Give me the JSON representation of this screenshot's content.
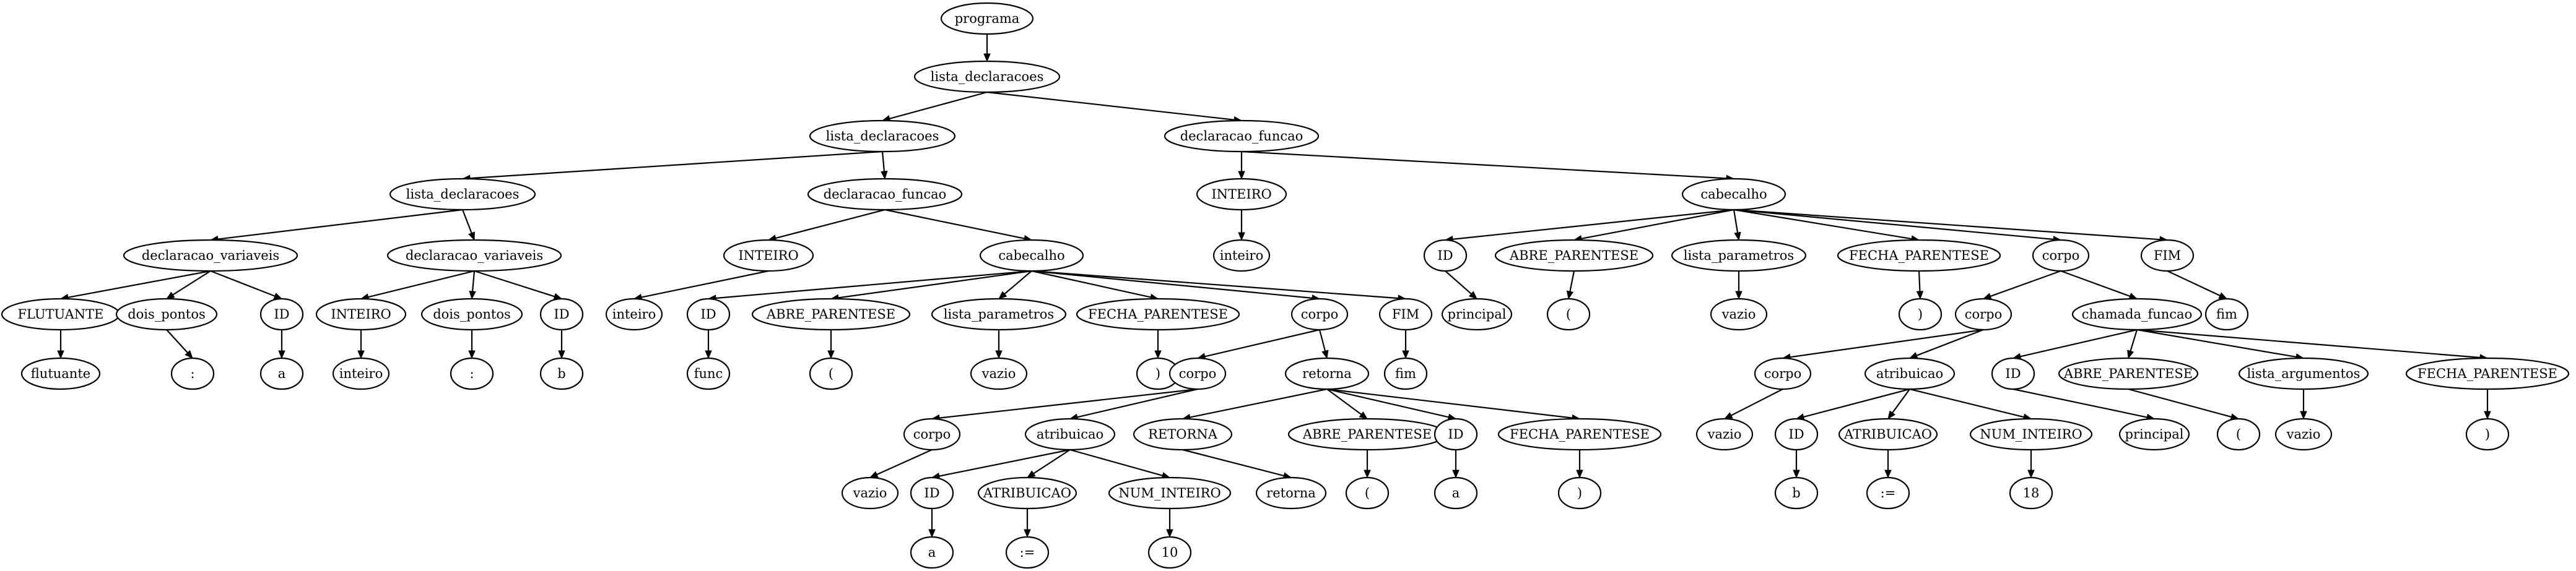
{
  "nodes": [
    {
      "id": "n0",
      "label": "programa"
    },
    {
      "id": "n1",
      "label": "lista_declaracoes"
    },
    {
      "id": "n2",
      "label": "lista_declaracoes"
    },
    {
      "id": "n3",
      "label": "declaracao_funcao"
    },
    {
      "id": "n4",
      "label": "lista_declaracoes"
    },
    {
      "id": "n5",
      "label": "declaracao_funcao"
    },
    {
      "id": "n6",
      "label": "INTEIRO"
    },
    {
      "id": "n7",
      "label": "cabecalho"
    },
    {
      "id": "n8",
      "label": "declaracao_variaveis"
    },
    {
      "id": "n9",
      "label": "declaracao_variaveis"
    },
    {
      "id": "n10",
      "label": "INTEIRO"
    },
    {
      "id": "n11",
      "label": "cabecalho"
    },
    {
      "id": "n12",
      "label": "inteiro"
    },
    {
      "id": "n13",
      "label": "ID"
    },
    {
      "id": "n14",
      "label": "ABRE_PARENTESE"
    },
    {
      "id": "n15",
      "label": "lista_parametros"
    },
    {
      "id": "n16",
      "label": "FECHA_PARENTESE"
    },
    {
      "id": "n17",
      "label": "corpo"
    },
    {
      "id": "n18",
      "label": "FIM"
    },
    {
      "id": "n19",
      "label": "FLUTUANTE"
    },
    {
      "id": "n20",
      "label": "dois_pontos"
    },
    {
      "id": "n21",
      "label": "ID"
    },
    {
      "id": "n22",
      "label": "INTEIRO"
    },
    {
      "id": "n23",
      "label": "dois_pontos"
    },
    {
      "id": "n24",
      "label": "ID"
    },
    {
      "id": "n25",
      "label": "inteiro"
    },
    {
      "id": "n26",
      "label": "ID"
    },
    {
      "id": "n27",
      "label": "ABRE_PARENTESE"
    },
    {
      "id": "n28",
      "label": "lista_parametros"
    },
    {
      "id": "n29",
      "label": "FECHA_PARENTESE"
    },
    {
      "id": "n30",
      "label": "corpo"
    },
    {
      "id": "n31",
      "label": "FIM"
    },
    {
      "id": "n32",
      "label": "principal"
    },
    {
      "id": "n33",
      "label": "("
    },
    {
      "id": "n34",
      "label": "vazio"
    },
    {
      "id": "n35",
      "label": ")"
    },
    {
      "id": "n36",
      "label": "corpo"
    },
    {
      "id": "n37",
      "label": "chamada_funcao"
    },
    {
      "id": "n38",
      "label": "fim"
    },
    {
      "id": "n39",
      "label": "flutuante"
    },
    {
      "id": "n40",
      "label": ":"
    },
    {
      "id": "n41",
      "label": "a"
    },
    {
      "id": "n42",
      "label": "inteiro"
    },
    {
      "id": "n43",
      "label": ":"
    },
    {
      "id": "n44",
      "label": "b"
    },
    {
      "id": "n45",
      "label": "func"
    },
    {
      "id": "n46",
      "label": "("
    },
    {
      "id": "n47",
      "label": "vazio"
    },
    {
      "id": "n48",
      "label": ")"
    },
    {
      "id": "n49",
      "label": "corpo"
    },
    {
      "id": "n50",
      "label": "retorna"
    },
    {
      "id": "n51",
      "label": "fim"
    },
    {
      "id": "n52",
      "label": "corpo"
    },
    {
      "id": "n53",
      "label": "atribuicao"
    },
    {
      "id": "n54",
      "label": "ID"
    },
    {
      "id": "n55",
      "label": "ABRE_PARENTESE"
    },
    {
      "id": "n56",
      "label": "lista_argumentos"
    },
    {
      "id": "n57",
      "label": "FECHA_PARENTESE"
    },
    {
      "id": "n58",
      "label": "corpo"
    },
    {
      "id": "n59",
      "label": "atribuicao"
    },
    {
      "id": "n60",
      "label": "RETORNA"
    },
    {
      "id": "n61",
      "label": "ABRE_PARENTESE"
    },
    {
      "id": "n62",
      "label": "ID"
    },
    {
      "id": "n63",
      "label": "FECHA_PARENTESE"
    },
    {
      "id": "n64",
      "label": "vazio"
    },
    {
      "id": "n65",
      "label": "ID"
    },
    {
      "id": "n66",
      "label": "ATRIBUICAO"
    },
    {
      "id": "n67",
      "label": "NUM_INTEIRO"
    },
    {
      "id": "n68",
      "label": "principal"
    },
    {
      "id": "n69",
      "label": "("
    },
    {
      "id": "n70",
      "label": "vazio"
    },
    {
      "id": "n71",
      "label": ")"
    },
    {
      "id": "n72",
      "label": "vazio"
    },
    {
      "id": "n73",
      "label": "ID"
    },
    {
      "id": "n74",
      "label": "ATRIBUICAO"
    },
    {
      "id": "n75",
      "label": "NUM_INTEIRO"
    },
    {
      "id": "n76",
      "label": "retorna"
    },
    {
      "id": "n77",
      "label": "("
    },
    {
      "id": "n78",
      "label": "a"
    },
    {
      "id": "n79",
      "label": ")"
    },
    {
      "id": "n80",
      "label": "b"
    },
    {
      "id": "n81",
      "label": ":="
    },
    {
      "id": "n82",
      "label": "18"
    },
    {
      "id": "n83",
      "label": "a"
    },
    {
      "id": "n84",
      "label": ":="
    },
    {
      "id": "n85",
      "label": "10"
    }
  ],
  "edges": [
    [
      "n0",
      "n1"
    ],
    [
      "n1",
      "n2"
    ],
    [
      "n1",
      "n3"
    ],
    [
      "n2",
      "n4"
    ],
    [
      "n2",
      "n5"
    ],
    [
      "n3",
      "n6"
    ],
    [
      "n3",
      "n7"
    ],
    [
      "n4",
      "n8"
    ],
    [
      "n4",
      "n9"
    ],
    [
      "n5",
      "n10"
    ],
    [
      "n5",
      "n11"
    ],
    [
      "n6",
      "n12"
    ],
    [
      "n7",
      "n13"
    ],
    [
      "n7",
      "n14"
    ],
    [
      "n7",
      "n15"
    ],
    [
      "n7",
      "n16"
    ],
    [
      "n7",
      "n17"
    ],
    [
      "n7",
      "n18"
    ],
    [
      "n8",
      "n19"
    ],
    [
      "n8",
      "n20"
    ],
    [
      "n8",
      "n21"
    ],
    [
      "n9",
      "n22"
    ],
    [
      "n9",
      "n23"
    ],
    [
      "n9",
      "n24"
    ],
    [
      "n10",
      "n25"
    ],
    [
      "n11",
      "n26"
    ],
    [
      "n11",
      "n27"
    ],
    [
      "n11",
      "n28"
    ],
    [
      "n11",
      "n29"
    ],
    [
      "n11",
      "n30"
    ],
    [
      "n11",
      "n31"
    ],
    [
      "n13",
      "n32"
    ],
    [
      "n14",
      "n33"
    ],
    [
      "n15",
      "n34"
    ],
    [
      "n16",
      "n35"
    ],
    [
      "n17",
      "n36"
    ],
    [
      "n17",
      "n37"
    ],
    [
      "n18",
      "n38"
    ],
    [
      "n19",
      "n39"
    ],
    [
      "n20",
      "n40"
    ],
    [
      "n21",
      "n41"
    ],
    [
      "n22",
      "n42"
    ],
    [
      "n23",
      "n43"
    ],
    [
      "n24",
      "n44"
    ],
    [
      "n26",
      "n45"
    ],
    [
      "n27",
      "n46"
    ],
    [
      "n28",
      "n47"
    ],
    [
      "n29",
      "n48"
    ],
    [
      "n30",
      "n49"
    ],
    [
      "n30",
      "n50"
    ],
    [
      "n31",
      "n51"
    ],
    [
      "n36",
      "n52"
    ],
    [
      "n36",
      "n53"
    ],
    [
      "n37",
      "n54"
    ],
    [
      "n37",
      "n55"
    ],
    [
      "n37",
      "n56"
    ],
    [
      "n37",
      "n57"
    ],
    [
      "n49",
      "n58"
    ],
    [
      "n49",
      "n59"
    ],
    [
      "n50",
      "n60"
    ],
    [
      "n50",
      "n61"
    ],
    [
      "n50",
      "n62"
    ],
    [
      "n50",
      "n63"
    ],
    [
      "n52",
      "n64"
    ],
    [
      "n53",
      "n73"
    ],
    [
      "n53",
      "n74"
    ],
    [
      "n53",
      "n75"
    ],
    [
      "n54",
      "n68"
    ],
    [
      "n55",
      "n69"
    ],
    [
      "n56",
      "n70"
    ],
    [
      "n57",
      "n71"
    ],
    [
      "n58",
      "n72"
    ],
    [
      "n59",
      "n65"
    ],
    [
      "n59",
      "n66"
    ],
    [
      "n59",
      "n67"
    ],
    [
      "n60",
      "n76"
    ],
    [
      "n61",
      "n77"
    ],
    [
      "n62",
      "n78"
    ],
    [
      "n63",
      "n79"
    ],
    [
      "n73",
      "n80"
    ],
    [
      "n74",
      "n81"
    ],
    [
      "n75",
      "n82"
    ],
    [
      "n65",
      "n83"
    ],
    [
      "n66",
      "n84"
    ],
    [
      "n67",
      "n85"
    ]
  ]
}
